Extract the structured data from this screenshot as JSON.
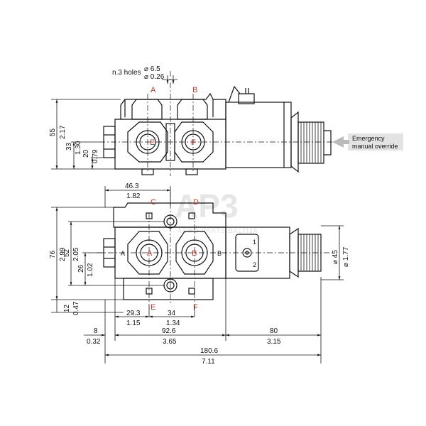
{
  "holes": {
    "label": "n.3 holes",
    "d1": "⌀ 6.5",
    "d2": "⌀ 0.26"
  },
  "ports_top": {
    "a": "A",
    "b": "B",
    "e": "E",
    "f": "F"
  },
  "ports_front": {
    "c": "C",
    "d": "D",
    "a": "A",
    "b": "B",
    "e": "E",
    "f": "F",
    "side_a": "A",
    "side_b": "B"
  },
  "coil": {
    "n1": "1",
    "n2": "2"
  },
  "emergency": {
    "line1": "Emergency",
    "line2": "manual override"
  },
  "watermark": {
    "logo": "AP3",
    "sub": "AGRO PARTS BALTIJA"
  },
  "dims": {
    "h55": "55",
    "h55_in": "2.17",
    "h33": "33",
    "h33_in": "1.30",
    "h20": "20",
    "h20_in": "0.79",
    "w46": "46.3",
    "w46_in": "1.82",
    "h76": "76",
    "h76_in": "2.99",
    "h52": "52",
    "h52_in": "2.05",
    "h26": "26",
    "h26_in": "1.02",
    "h12": "12",
    "h12_in": "0.47",
    "w29": "29.3",
    "w29_in": "1.15",
    "w34": "34",
    "w34_in": "1.34",
    "w8": "8",
    "w8_in": "0.32",
    "w92": "92.6",
    "w92_in": "3.65",
    "w80": "80",
    "w80_in": "3.15",
    "w180": "180.6",
    "w180_in": "7.11",
    "d45": "⌀ 45",
    "d45_in": "⌀ 1.77"
  }
}
